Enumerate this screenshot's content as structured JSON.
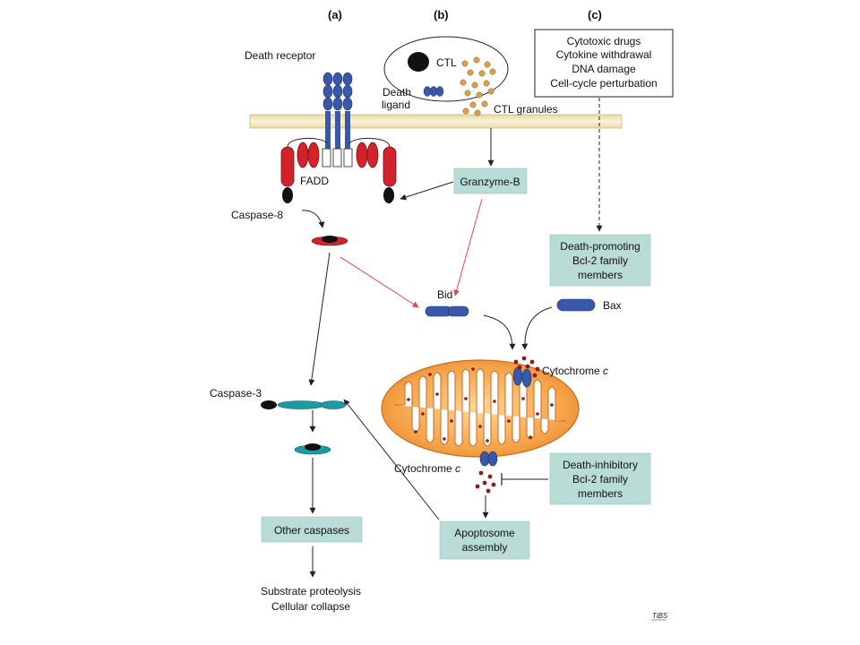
{
  "panels": {
    "a": "(a)",
    "b": "(b)",
    "c": "(c)"
  },
  "labels": {
    "death_receptor": "Death receptor",
    "ctl": "CTL",
    "death_ligand_1": "Death",
    "death_ligand_2": "ligand",
    "ctl_granules": "CTL granules",
    "fadd": "FADD",
    "caspase8": "Caspase-8",
    "bid": "Bid",
    "bax": "Bax",
    "cytochrome_top": "Cytochrome",
    "cytochrome_bottom": "Cytochrome",
    "cytochrome_c": "c",
    "caspase3": "Caspase-3",
    "substrate": "Substrate proteolysis",
    "collapse": "Cellular collapse",
    "credit": "TiBS"
  },
  "boxes": {
    "stress": [
      "Cytotoxic drugs",
      "Cytokine withdrawal",
      "DNA damage",
      "Cell-cycle perturbation"
    ],
    "granzyme": [
      "Granzyme-B"
    ],
    "death_promoting": [
      "Death-promoting",
      "Bcl-2 family",
      "members"
    ],
    "death_inhibitory": [
      "Death-inhibitory",
      "Bcl-2 family",
      "members"
    ],
    "apoptosome": [
      "Apoptosome",
      "assembly"
    ],
    "other_caspases": [
      "Other caspases"
    ]
  },
  "colors": {
    "box_fill": "#b9dcd6",
    "membrane": "#f7ecc7",
    "receptor_blue": "#3a58a8",
    "fadd_red": "#d2232a",
    "granule_tan": "#d9a04e",
    "mito_orange": "#f2a24a",
    "cytochrome_red": "#8e1b1b",
    "teal": "#1d9ba5",
    "red_arrow": "#e0484b"
  }
}
